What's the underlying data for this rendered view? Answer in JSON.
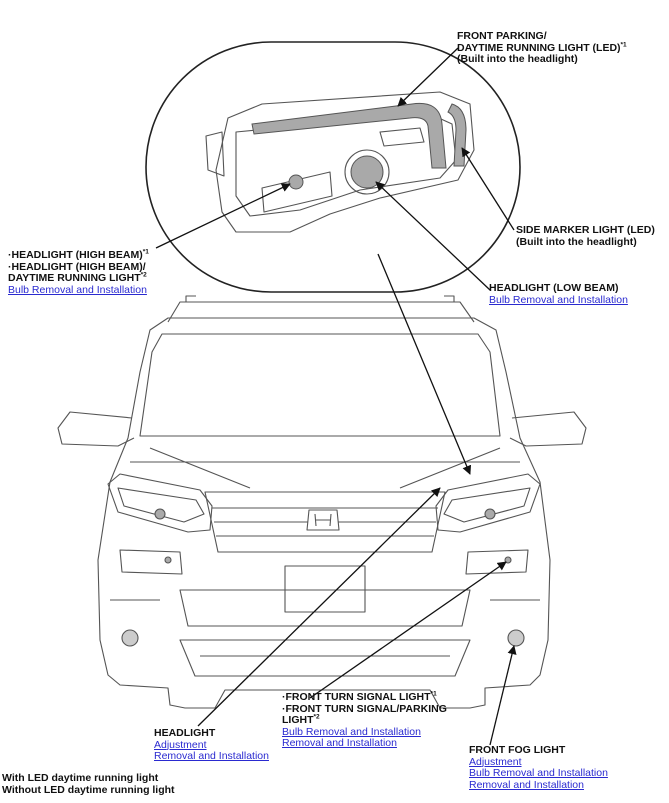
{
  "labels": {
    "front_parking": {
      "line1": "FRONT PARKING/",
      "line2": "DAYTIME RUNNING LIGHT (LED)",
      "line2_sup": "*1",
      "line3": "(Built into the headlight)"
    },
    "side_marker": {
      "line1": "SIDE MARKER LIGHT (LED)",
      "line2": "(Built into the headlight)"
    },
    "high_beam": {
      "line1": "·HEADLIGHT (HIGH BEAM)",
      "line1_sup": "*1",
      "line2": "·HEADLIGHT (HIGH BEAM)/",
      "line3": "DAYTIME RUNNING LIGHT",
      "line3_sup": "*2",
      "link": "Bulb Removal and Installation"
    },
    "low_beam": {
      "line1": "HEADLIGHT (LOW BEAM)",
      "link": "Bulb Removal and Installation"
    },
    "headlight": {
      "line1": "HEADLIGHT",
      "link1": "Adjustment",
      "link2": "Removal and Installation"
    },
    "turn_signal": {
      "line1": "·FRONT TURN SIGNAL LIGHT",
      "line1_sup": "*1",
      "line2": "·FRONT TURN SIGNAL/PARKING",
      "line3": "LIGHT",
      "line3_sup": "*2",
      "link1": "Bulb Removal and Installation",
      "link2": "Removal and Installation"
    },
    "fog": {
      "line1": "FRONT FOG LIGHT",
      "link1": "Adjustment",
      "link2": "Bulb Removal and Installation",
      "link3": "Removal and Installation"
    }
  },
  "footnotes": {
    "note1": "With LED daytime running light",
    "note2": "Without LED daytime running light"
  },
  "colors": {
    "line": "#1a1a1a",
    "outline": "#555555",
    "link": "#2a2ad0",
    "lamp_fill": "#a9a9a9"
  }
}
